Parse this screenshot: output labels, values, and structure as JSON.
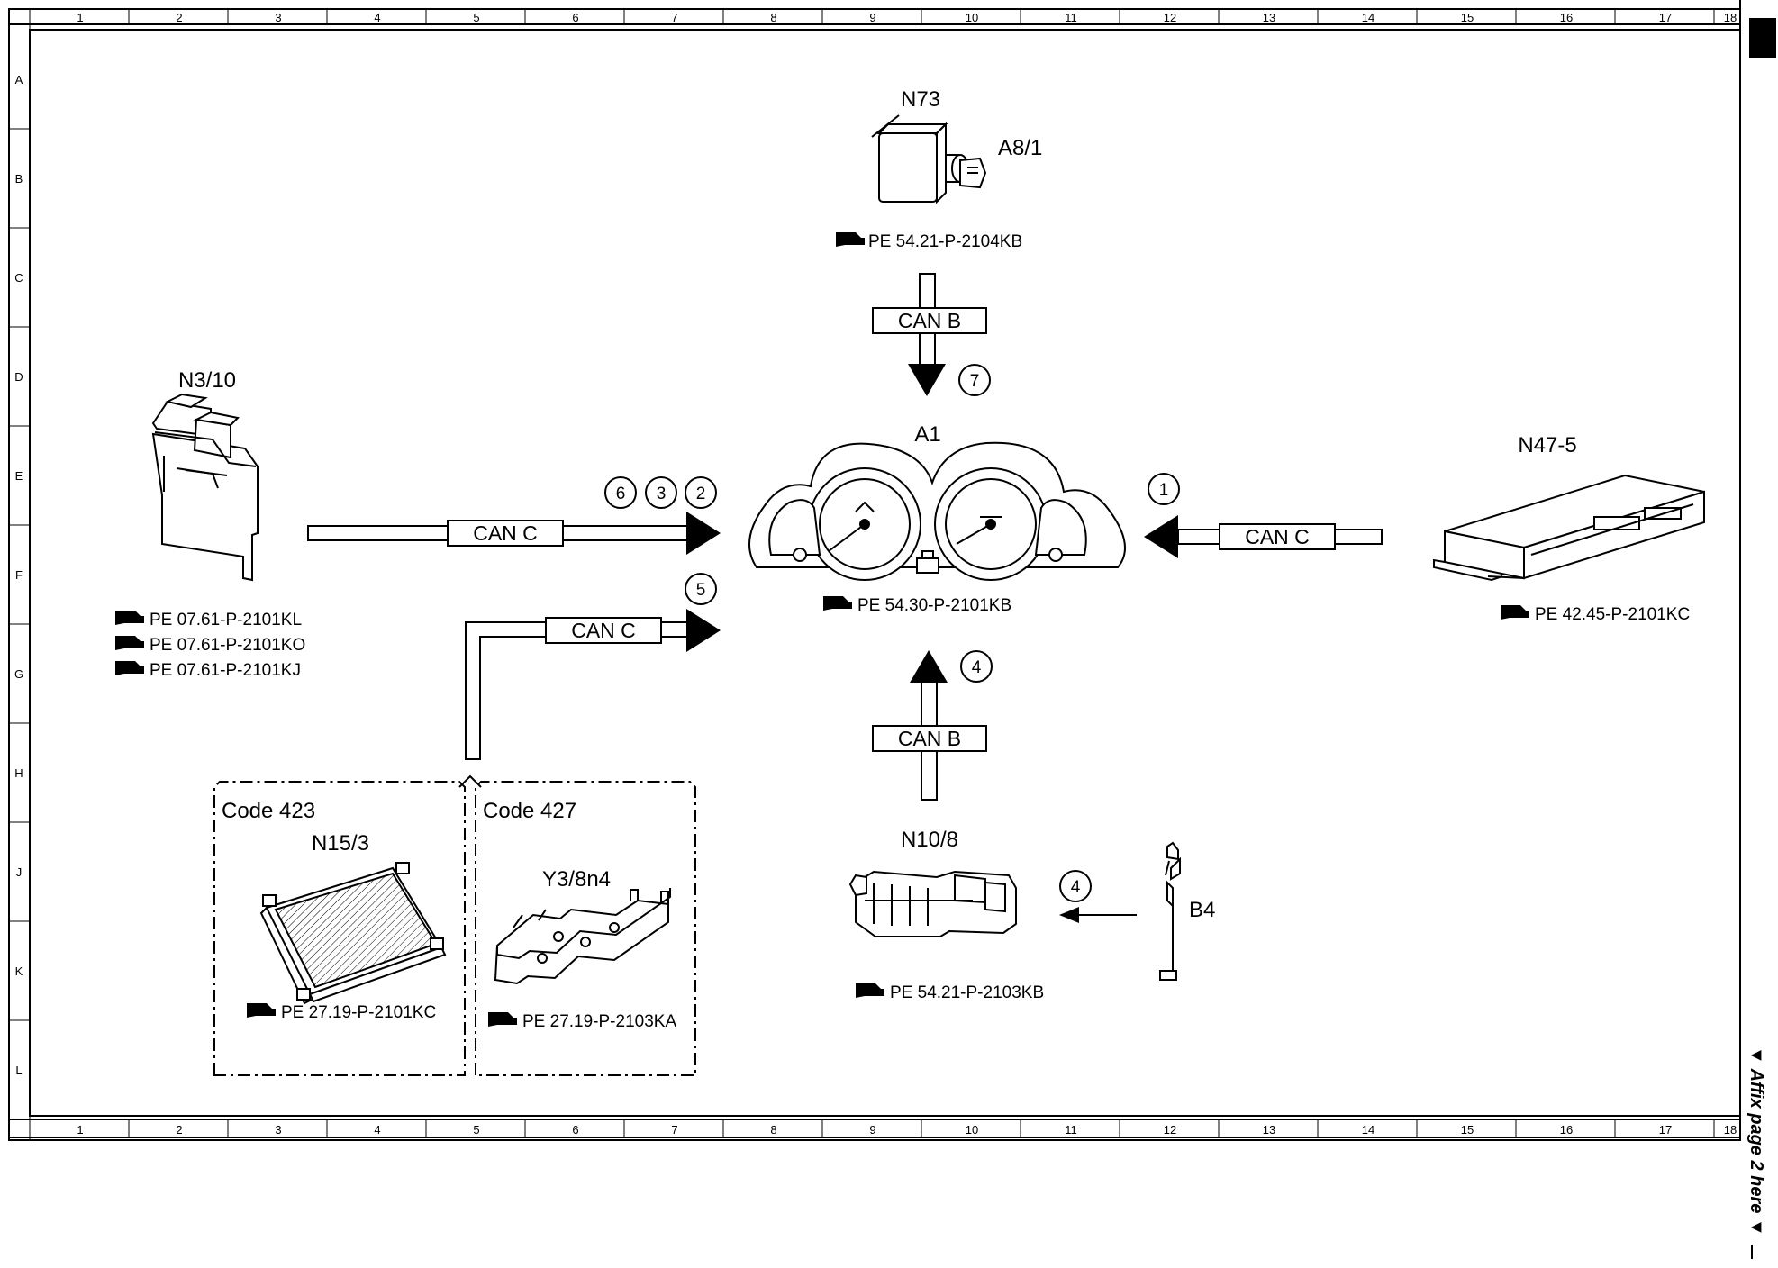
{
  "grid": {
    "columns": [
      "1",
      "2",
      "3",
      "4",
      "5",
      "6",
      "7",
      "8",
      "9",
      "10",
      "11",
      "12",
      "13",
      "14",
      "15",
      "16",
      "17",
      "18"
    ],
    "rows": [
      "A",
      "B",
      "C",
      "D",
      "E",
      "F",
      "G",
      "H",
      "J",
      "K",
      "L"
    ]
  },
  "components": {
    "n73": "N73",
    "a8_1": "A8/1",
    "n3_10": "N3/10",
    "a1": "A1",
    "n47_5": "N47-5",
    "n10_8": "N10/8",
    "b4": "B4",
    "n15_3": "N15/3",
    "y3_8n4": "Y3/8n4"
  },
  "codes": {
    "code_423": "Code 423",
    "code_427": "Code 427"
  },
  "references": {
    "n73": "PE 54.21-P-2104KB",
    "n3_10_a": "PE 07.61-P-2101KL",
    "n3_10_b": "PE 07.61-P-2101KO",
    "n3_10_c": "PE 07.61-P-2101KJ",
    "a1": "PE 54.30-P-2101KB",
    "n47_5": "PE 42.45-P-2101KC",
    "n10_8": "PE 54.21-P-2103KB",
    "n15_3": "PE 27.19-P-2101KC",
    "y3_8n4": "PE 27.19-P-2103KA"
  },
  "bus_labels": {
    "can_b_top": "CAN B",
    "can_b_bottom": "CAN B",
    "can_c_left": "CAN C",
    "can_c_lower": "CAN C",
    "can_c_right": "CAN C"
  },
  "signals": {
    "s7": "7",
    "s6": "6",
    "s3": "3",
    "s2": "2",
    "s5": "5",
    "s1": "1",
    "s4_upper": "4",
    "s4_lower": "4"
  },
  "side_note": "▼ Affix page 2 here ▼"
}
